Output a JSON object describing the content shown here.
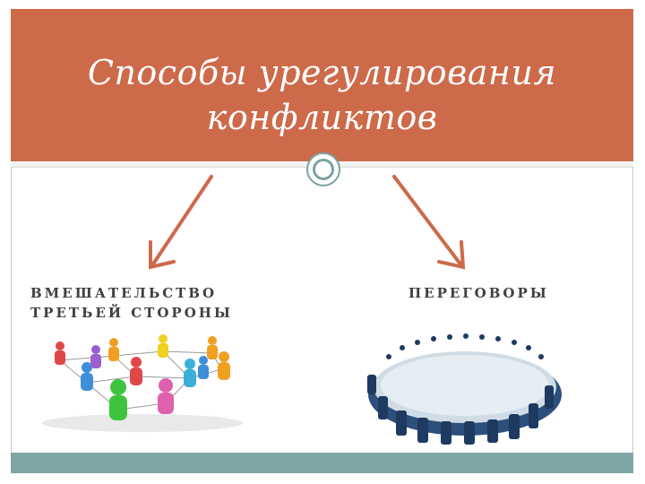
{
  "slide": {
    "title_lines": [
      "Способы урегулирования",
      "конфликтов"
    ],
    "left_option": {
      "lines": [
        "ВМЕШАТЕЛЬСТВО",
        "ТРЕТЬЕЙ СТОРОНЫ"
      ]
    },
    "right_option": {
      "lines": [
        "ПЕРЕГОВОРЫ"
      ]
    }
  },
  "colors": {
    "header": "#cd6a4a",
    "arrow": "#cd6a4a",
    "accent": "#7fa6a7",
    "footer": "#7fa6a7"
  },
  "icons": [
    "ring-ornament-icon",
    "arrow-down-left-icon",
    "arrow-down-right-icon",
    "people-network-icon",
    "round-table-icon"
  ]
}
